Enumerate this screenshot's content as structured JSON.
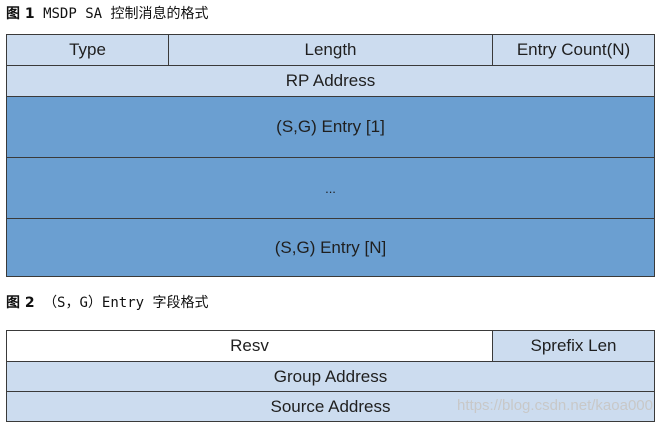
{
  "figure1": {
    "caption_number": "图 1",
    "caption_text": "MSDP SA 控制消息的格式",
    "header": {
      "type_label": "Type",
      "length_label": "Length",
      "entry_count_label": "Entry Count(N)"
    },
    "rp_address_label": "RP Address",
    "entries": [
      "(S,G) Entry [1]",
      "...",
      "(S,G) Entry [N]"
    ]
  },
  "figure2": {
    "caption_number": "图 2",
    "caption_text": "（S，G）Entry 字段格式",
    "resv_label": "Resv",
    "sprefix_len_label": "Sprefix Len",
    "group_address_label": "Group Address",
    "source_address_label": "Source Address"
  },
  "watermark": "https://blog.csdn.net/kaoa000",
  "colors": {
    "light_blue": "#ccdcef",
    "mid_blue": "#6b9fd1",
    "border": "#3a3a3a"
  }
}
